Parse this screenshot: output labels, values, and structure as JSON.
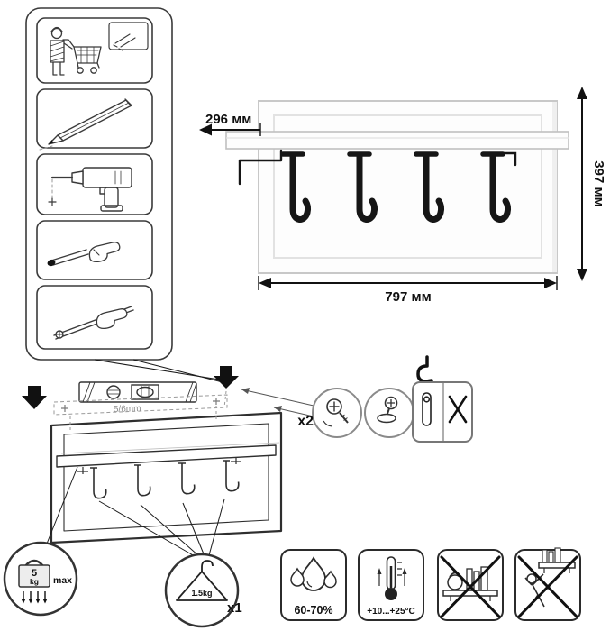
{
  "product": {
    "dim_depth": "296 мм",
    "dim_height": "397 мм",
    "dim_width": "797 мм"
  },
  "installation": {
    "drill_template_label": "5/6mm",
    "fasteners_count": "x2"
  },
  "limits": {
    "max_load_value": "5",
    "max_load_unit": "kg",
    "max_label": "max",
    "hanger_load": "1.5kg",
    "hanger_count": "x1"
  },
  "environment": {
    "humidity_range": "60-70%",
    "temperature_range": "+10...+25°C"
  },
  "icons": {
    "tools": [
      "person-with-cart-icon",
      "pencil-icon",
      "drill-icon",
      "dowel-insert-icon",
      "rail-fastening-icon"
    ],
    "callouts": [
      "screw-detail-icon",
      "screw-washer-icon",
      "keyhole-mount-icon",
      "no-cross-icon",
      "wall-hook-icon"
    ],
    "warnings": [
      "humidity-icon",
      "temperature-icon",
      "no-heavy-load-icon",
      "no-climbing-icon"
    ],
    "badges": [
      "weight-icon",
      "hanger-icon",
      "spirit-level-icon"
    ]
  }
}
